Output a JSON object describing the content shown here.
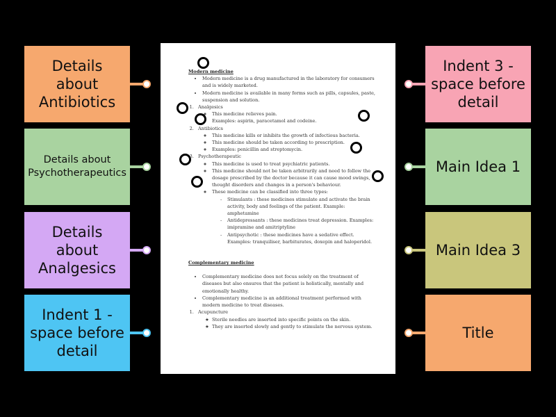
{
  "labels_left": [
    {
      "text": "Details about Antibiotics",
      "color": "#f6a86e"
    },
    {
      "text": "Details about Psychotherapeutics",
      "color": "#a9d3a0"
    },
    {
      "text": "Details about Analgesics",
      "color": "#d4a8f4"
    },
    {
      "text": "Indent 1 - space before detail",
      "color": "#4ec5f3"
    }
  ],
  "labels_right": [
    {
      "text": "Indent 3 - space before detail",
      "color": "#f8a4b4"
    },
    {
      "text": "Main Idea 1",
      "color": "#a9d3a0"
    },
    {
      "text": "Main Idea 3",
      "color": "#c9c67c"
    },
    {
      "text": "Title",
      "color": "#f6a86e"
    }
  ],
  "document": {
    "title1": "Modern medicine",
    "intro": [
      "Modern medicine is a drug manufactured in the laboratory for consumers and is widely marketed.",
      "Modern medicine is available in many forms such as pills, capsules, paste, suspension and solution."
    ],
    "analgesics": {
      "name": "Analgesics",
      "items": [
        "This medicine relieves pain.",
        "Examples: aspirin, paracetamol and codeine."
      ]
    },
    "antibiotics": {
      "name": "Antibiotics",
      "items": [
        "This medicine kills or inhibits the growth of infectious bacteria.",
        "This medicine should be taken according to prescription.",
        "Examples: penicillin and streptomycin."
      ]
    },
    "psycho": {
      "name": "Psychotherapeutic",
      "items": [
        "This medicine is used to treat psychiatric patients.",
        "This medicine should not be taken arbitrarily and need to follow the dosage prescribed by the doctor because it can cause mood swings, thought disorders and changes in a person's behaviour.",
        "These medicine can be classified into three types:"
      ],
      "types": [
        "Stimulants : these medicines stimulate and activate the brain activity, body and feelings of the patient. Example: amphetamine",
        "Antidepressants : these medicines treat depression. Examples: imipramine and amitriptyline",
        "Antipsychotic : these medicines have a sedative effect. Examples: tranquiliser, barbiturates, doxepin and haloperidol."
      ]
    },
    "title2": "Complementary medicine",
    "comp": [
      "Complementary medicine does not focus solely on the treatment of diseases but also ensures that the patient is holistically, mentally and emotionally healthy.",
      "Complementary medicine is an additional treatment performed with modern medicine to treat diseases."
    ],
    "acupuncture": {
      "name": "Acupuncture",
      "items": [
        "Sterile needles are inserted into specific points on the skin.",
        "They are inserted slowly and gently to stimulate the nervous system."
      ]
    }
  }
}
